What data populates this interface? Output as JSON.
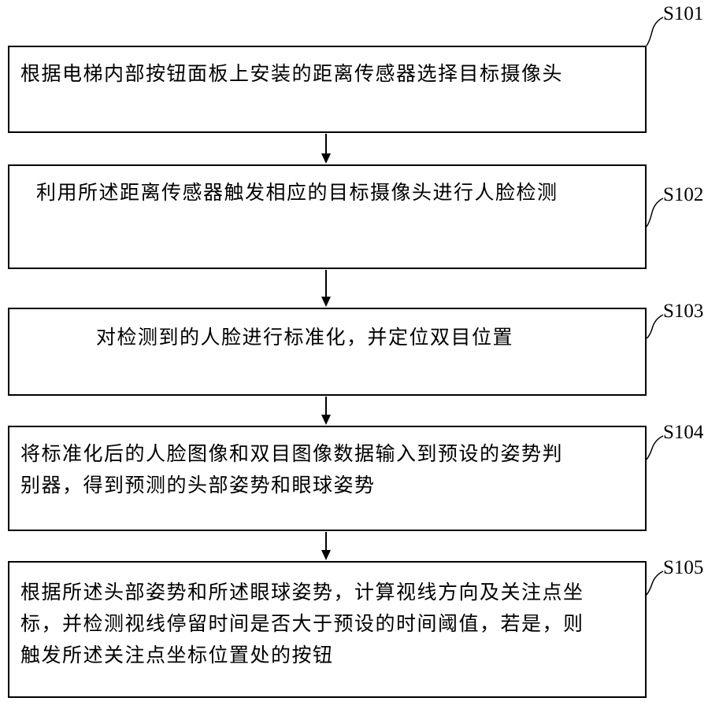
{
  "steps": [
    {
      "id": "S101",
      "text": "根据电梯内部按钮面板上安装的距离传感器选择目标摄像头"
    },
    {
      "id": "S102",
      "text": "利用所述距离传感器触发相应的目标摄像头进行人脸检测"
    },
    {
      "id": "S103",
      "text": "对检测到的人脸进行标准化，并定位双目位置"
    },
    {
      "id": "S104",
      "text": "将标准化后的人脸图像和双目图像数据输入到预设的姿势判\n别器，得到预测的头部姿势和眼球姿势"
    },
    {
      "id": "S105",
      "text": "根据所述头部姿势和所述眼球姿势，计算视线方向及关注点坐\n标，并检测视线停留时间是否大于预设的时间阈值，若是，则\n触发所述关注点坐标位置处的按钮"
    }
  ]
}
